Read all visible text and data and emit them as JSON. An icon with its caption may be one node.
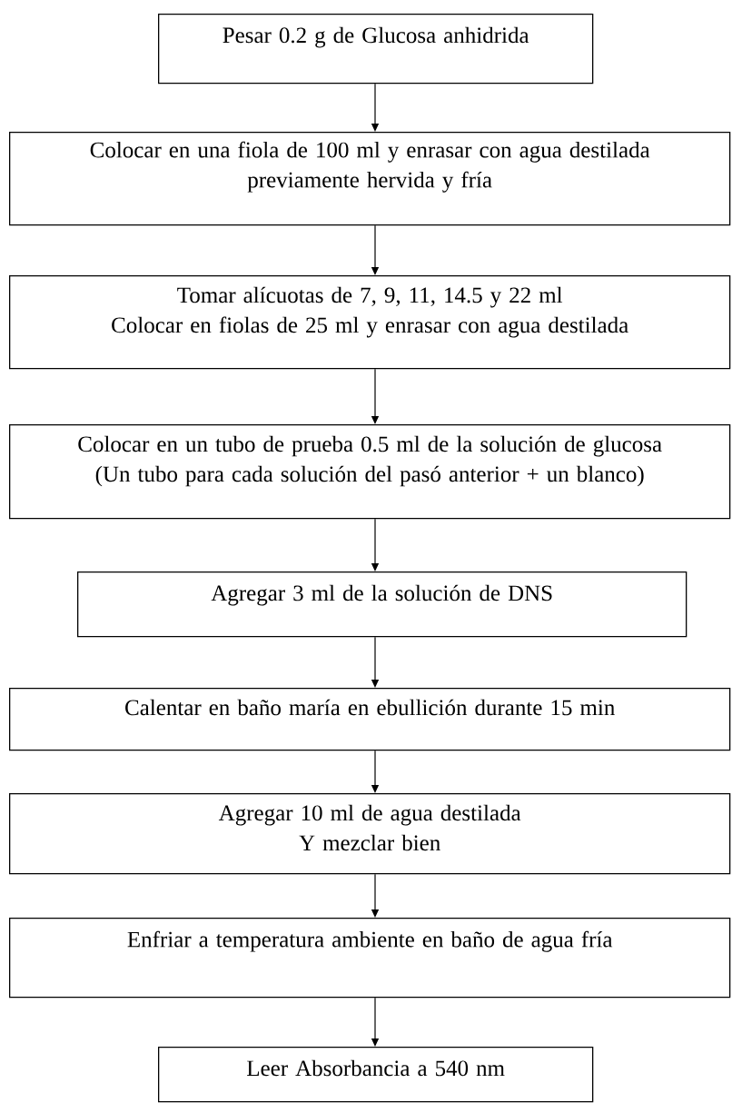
{
  "diagram": {
    "nodes": [
      {
        "text": [
          "Pesar 0.2 g de Glucosa anhidrida"
        ]
      },
      {
        "text": [
          "Colocar en una fiola de 100 ml y enrasar con agua destilada previamente hervida y fría"
        ]
      },
      {
        "text": [
          "Tomar alícuotas de 7, 9, 11, 14.5 y 22 ml",
          "Colocar en fiolas de 25 ml y enrasar con agua destilada"
        ]
      },
      {
        "text": [
          "Colocar en un tubo de prueba 0.5 ml de la solución de glucosa",
          "(Un tubo para cada solución del pasó anterior + un blanco)"
        ]
      },
      {
        "text": [
          "Agregar 3 ml de la solución de DNS"
        ]
      },
      {
        "text": [
          "Calentar en baño maría en ebullición durante 15 min"
        ]
      },
      {
        "text": [
          "Agregar 10 ml de agua destilada",
          "Y mezclar bien"
        ]
      },
      {
        "text": [
          "Enfriar a temperatura ambiente en baño de agua fría"
        ]
      },
      {
        "text": [
          "Leer Absorbancia a 540 nm"
        ]
      }
    ],
    "edges": [
      {
        "from": 0,
        "to": 1,
        "arrow": "to"
      },
      {
        "from": 1,
        "to": 2,
        "arrow": "to"
      },
      {
        "from": 2,
        "to": 3,
        "arrow": "to"
      },
      {
        "from": 3,
        "to": 4,
        "arrow": "to"
      },
      {
        "from": 4,
        "to": 5,
        "arrow": "to"
      },
      {
        "from": 5,
        "to": 6,
        "arrow": "to"
      },
      {
        "from": 6,
        "to": 7,
        "arrow": "to"
      },
      {
        "from": 7,
        "to": 8,
        "arrow": "to"
      }
    ]
  }
}
